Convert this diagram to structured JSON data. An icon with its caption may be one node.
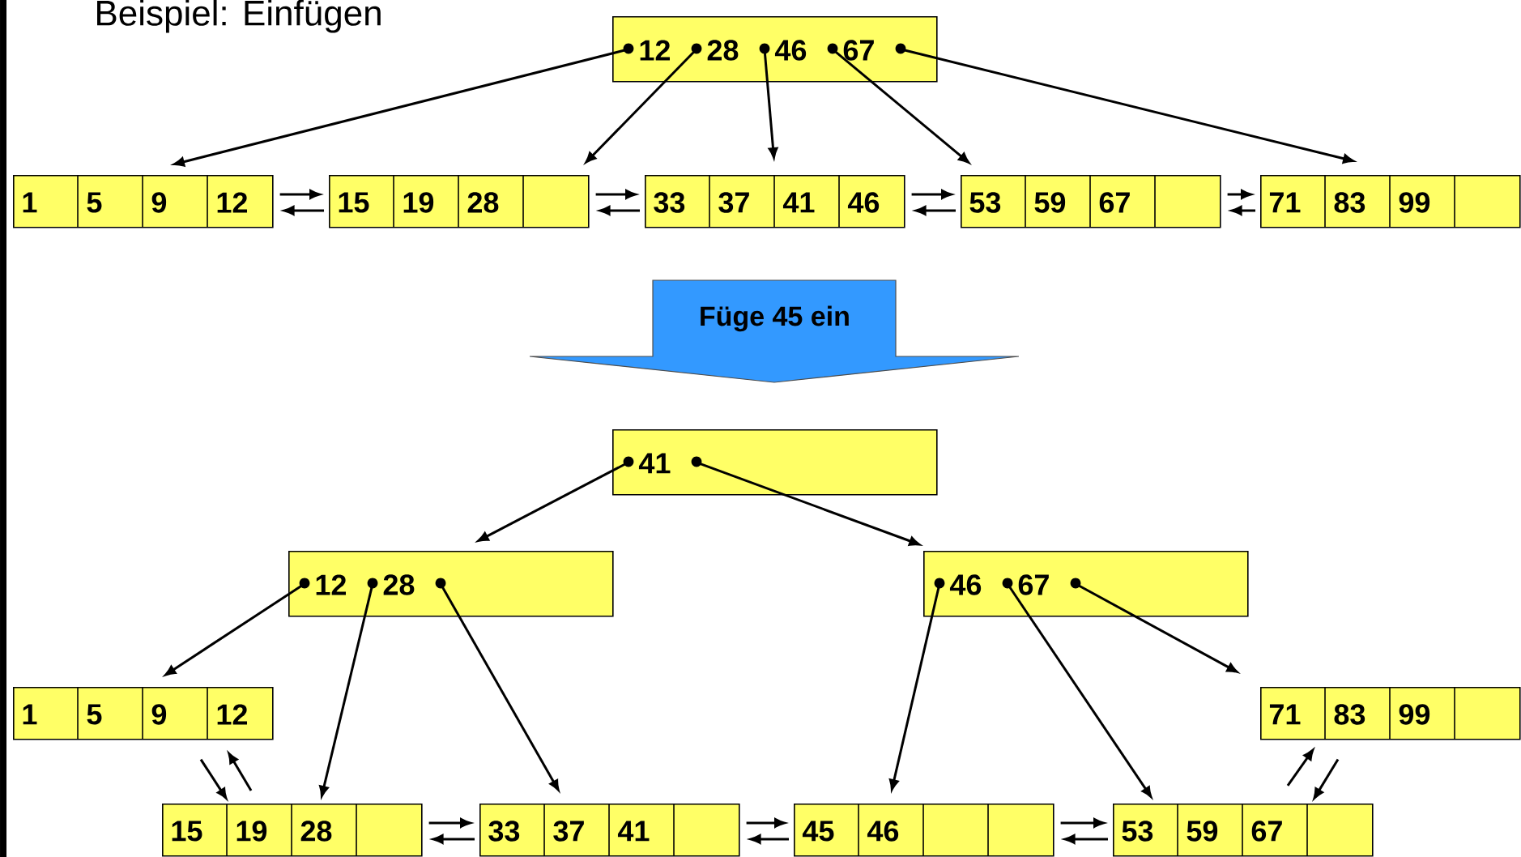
{
  "diagram": {
    "title": "Beispiel: Einfügen",
    "nodes": [
      {
        "text": [
          "12",
          "28",
          "46",
          "67"
        ]
      },
      {
        "text": [
          "1",
          "5",
          "9",
          "12"
        ]
      },
      {
        "text": [
          "15",
          "19",
          "28"
        ]
      },
      {
        "text": [
          "33",
          "37",
          "41",
          "46"
        ]
      },
      {
        "text": [
          "53",
          "59",
          "67"
        ]
      },
      {
        "text": [
          "71",
          "83",
          "99"
        ]
      },
      {
        "text": [
          "Füge 45 ein"
        ]
      },
      {
        "text": [
          "41"
        ]
      },
      {
        "text": [
          "12",
          "28"
        ]
      },
      {
        "text": [
          "46",
          "67"
        ]
      },
      {
        "text": [
          "1",
          "5",
          "9",
          "12"
        ]
      },
      {
        "text": [
          "71",
          "83",
          "99"
        ]
      },
      {
        "text": [
          "15",
          "19",
          "28"
        ]
      },
      {
        "text": [
          "33",
          "37",
          "41"
        ]
      },
      {
        "text": [
          "45",
          "46"
        ]
      },
      {
        "text": [
          "53",
          "59",
          "67"
        ]
      }
    ],
    "edges": [
      {
        "from": 0,
        "to": 1,
        "arrow": "to"
      },
      {
        "from": 0,
        "to": 2,
        "arrow": "to"
      },
      {
        "from": 0,
        "to": 3,
        "arrow": "to"
      },
      {
        "from": 0,
        "to": 4,
        "arrow": "to"
      },
      {
        "from": 0,
        "to": 5,
        "arrow": "to"
      },
      {
        "from": 1,
        "to": 2,
        "arrow": "to"
      },
      {
        "from": 2,
        "to": 1,
        "arrow": "to"
      },
      {
        "from": 2,
        "to": 3,
        "arrow": "to"
      },
      {
        "from": 3,
        "to": 2,
        "arrow": "to"
      },
      {
        "from": 3,
        "to": 4,
        "arrow": "to"
      },
      {
        "from": 4,
        "to": 3,
        "arrow": "to"
      },
      {
        "from": 4,
        "to": 5,
        "arrow": "to"
      },
      {
        "from": 5,
        "to": 4,
        "arrow": "to"
      },
      {
        "from": 7,
        "to": 8,
        "arrow": "to"
      },
      {
        "from": 7,
        "to": 9,
        "arrow": "to"
      },
      {
        "from": 8,
        "to": 10,
        "arrow": "to"
      },
      {
        "from": 8,
        "to": 12,
        "arrow": "to"
      },
      {
        "from": 8,
        "to": 13,
        "arrow": "to"
      },
      {
        "from": 9,
        "to": 14,
        "arrow": "to"
      },
      {
        "from": 9,
        "to": 15,
        "arrow": "to"
      },
      {
        "from": 9,
        "to": 11,
        "arrow": "to"
      },
      {
        "from": 10,
        "to": 12,
        "arrow": "to"
      },
      {
        "from": 12,
        "to": 10,
        "arrow": "to"
      },
      {
        "from": 12,
        "to": 13,
        "arrow": "to"
      },
      {
        "from": 13,
        "to": 12,
        "arrow": "to"
      },
      {
        "from": 13,
        "to": 14,
        "arrow": "to"
      },
      {
        "from": 14,
        "to": 13,
        "arrow": "to"
      },
      {
        "from": 14,
        "to": 15,
        "arrow": "to"
      },
      {
        "from": 15,
        "to": 14,
        "arrow": "to"
      },
      {
        "from": 15,
        "to": 11,
        "arrow": "to"
      },
      {
        "from": 11,
        "to": 15,
        "arrow": "to"
      }
    ]
  }
}
